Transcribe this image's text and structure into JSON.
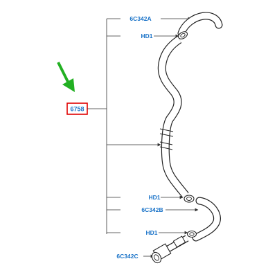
{
  "diagram": {
    "main_part": {
      "label": "6758",
      "box_color": "#e00000"
    },
    "callouts": [
      {
        "label": "6C342A"
      },
      {
        "label": "HD1"
      },
      {
        "label": "HD1"
      },
      {
        "label": "6C342B"
      },
      {
        "label": "HD1"
      },
      {
        "label": "6C342C"
      }
    ],
    "colors": {
      "label_text": "#1a73c8",
      "arrow": "#22b022",
      "leader_lines": "#333333",
      "part_outline": "#222222"
    }
  }
}
